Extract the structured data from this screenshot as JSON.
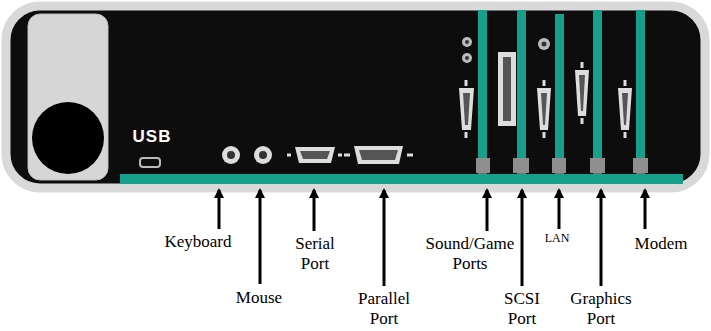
{
  "diagram": {
    "labels": [
      "USB",
      "Keyboard",
      "Mouse",
      "Serial Port",
      "Parallel Port",
      "Sound/Game Ports",
      "SCSI Port",
      "LAN",
      "Graphics Port",
      "Modem"
    ]
  }
}
